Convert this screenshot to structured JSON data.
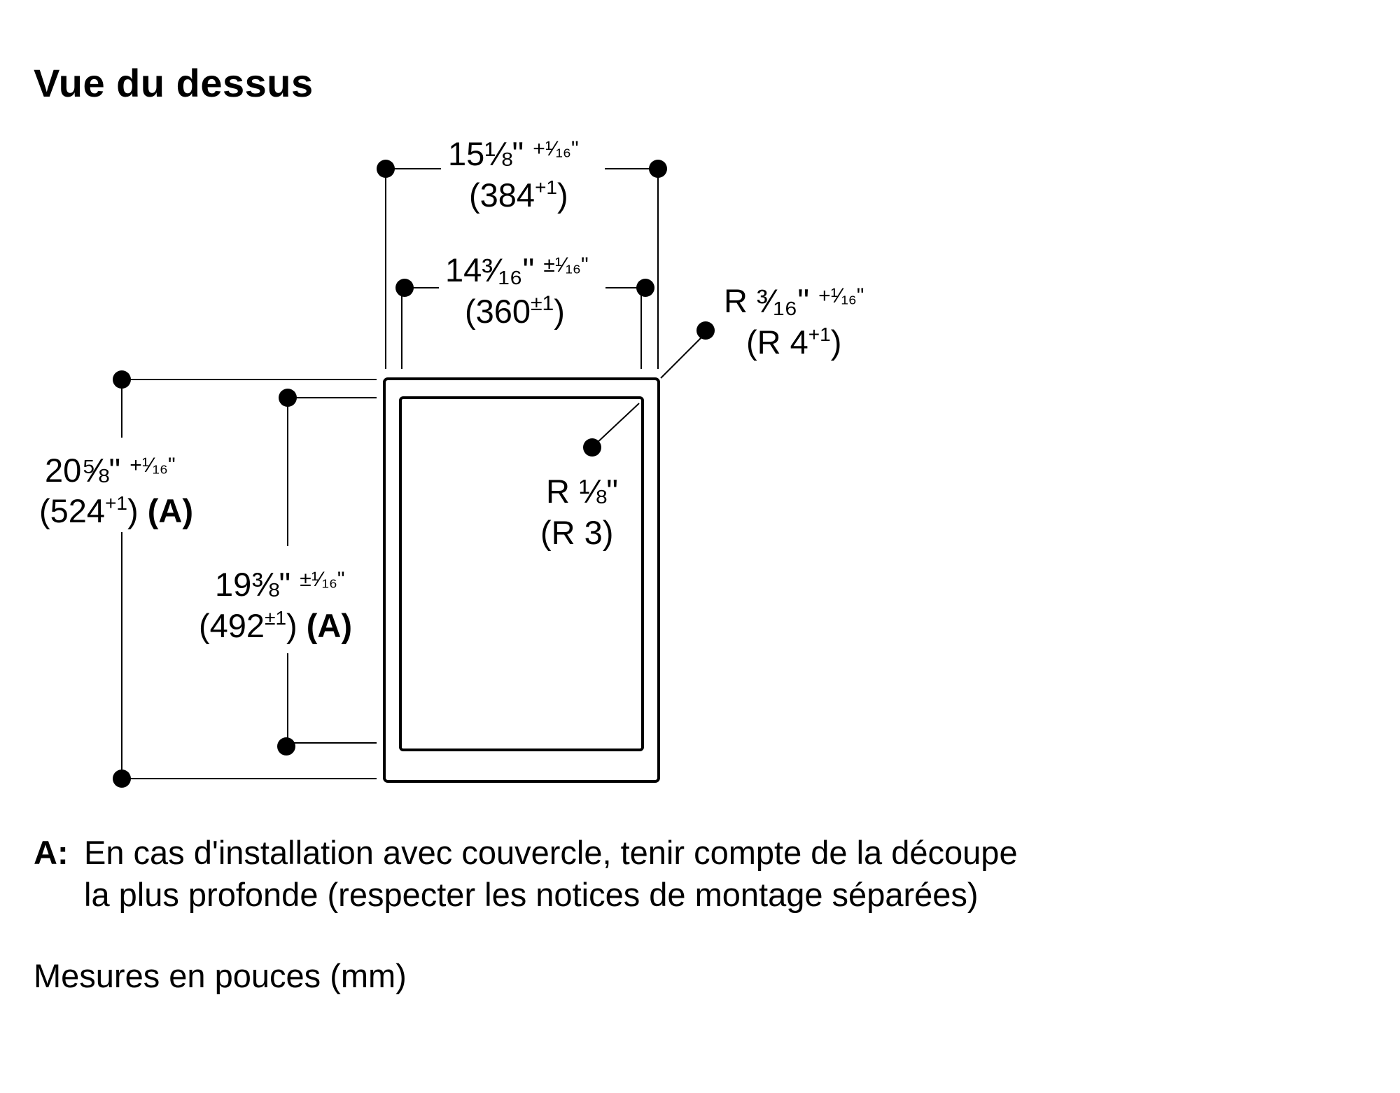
{
  "title": "Vue du dessus",
  "dimensions": {
    "outer_width": {
      "inch": "15⅛\"",
      "inch_tol": "+¹⁄₁₆\"",
      "mm": "384",
      "mm_tol": "+1",
      "note": ""
    },
    "inner_width": {
      "inch": "14³⁄₁₆\"",
      "inch_tol": "±¹⁄₁₆\"",
      "mm": "360",
      "mm_tol": "±1",
      "note": ""
    },
    "outer_radius": {
      "inch": "R ³⁄₁₆\"",
      "inch_tol": "+¹⁄₁₆\"",
      "mm": "R 4",
      "mm_tol": "+1",
      "note": ""
    },
    "inner_radius": {
      "inch": "R ⅛\"",
      "inch_tol": "",
      "mm": "R 3",
      "mm_tol": "",
      "note": ""
    },
    "outer_depth": {
      "inch": "20⅝\"",
      "inch_tol": "+¹⁄₁₆\"",
      "mm": "524",
      "mm_tol": "+1",
      "note": "(A)"
    },
    "inner_depth": {
      "inch": "19⅜\"",
      "inch_tol": "±¹⁄₁₆\"",
      "mm": "492",
      "mm_tol": "±1",
      "note": "(A)"
    }
  },
  "footnote": {
    "key": "A:",
    "line1": "En cas d'installation avec couvercle, tenir compte de la découpe",
    "line2": "la plus profonde (respecter les notices de montage séparées)"
  },
  "units_note": "Mesures en pouces (mm)"
}
